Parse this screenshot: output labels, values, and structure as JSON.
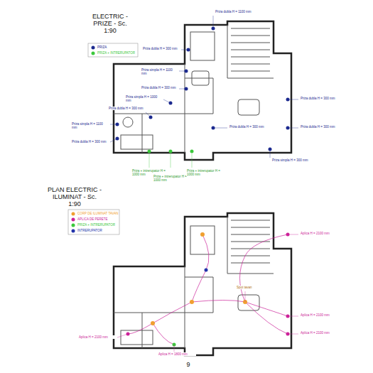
{
  "diagram": {
    "title": "ELECTRIC - PRIZE - Sc. 1:90",
    "labels": [
      "PLAN ELECTRIC - ILUMINAT - Sc. 1:90",
      "9",
      "Priza dubla H = 1100 mm",
      "Priza dubla H = 300 mm",
      "Priza simpla H = 1100 mm",
      "Priza dubla H = 300 mm",
      "Priza simpla H = 1000 mm",
      "Priza dubla H = 300 mm",
      "Priza simpla H = 1100 mm",
      "Priza dubla H = 300 mm",
      "Priza dubla H = 300 mm",
      "Priza simpla H = 300 mm",
      "Priza dubla H = 300 mm",
      "Priza dubla H = 300 mm",
      "Priza + intrerupator H = 1000 mm",
      "Priza + intrerupator H = 1000 mm",
      "Priza + intrerupator H = 1000 mm",
      "Aplica H = 2100 mm",
      "Aplica H = 2100 mm",
      "Aplica H = 2100 mm",
      "Aplica H = 2100 mm",
      "Spot tavan",
      "Aplica H = 1800 mm"
    ],
    "legend": [
      {
        "text": "PRIZA",
        "color": "#1c2a8f"
      },
      {
        "text": "PRIZA + INTRERUPATOR",
        "color": "#3cc83c"
      },
      {
        "text": "CORP DE ILUMINAT TAVAN",
        "color": "#f0a030"
      },
      {
        "text": "APLICA DE PERETE",
        "color": "#cc2299"
      },
      {
        "text": "PRIZA + INTRERUPATOR",
        "color": "#3cc83c"
      },
      {
        "text": "INTRERUPATOR",
        "color": "#2233aa"
      }
    ]
  }
}
